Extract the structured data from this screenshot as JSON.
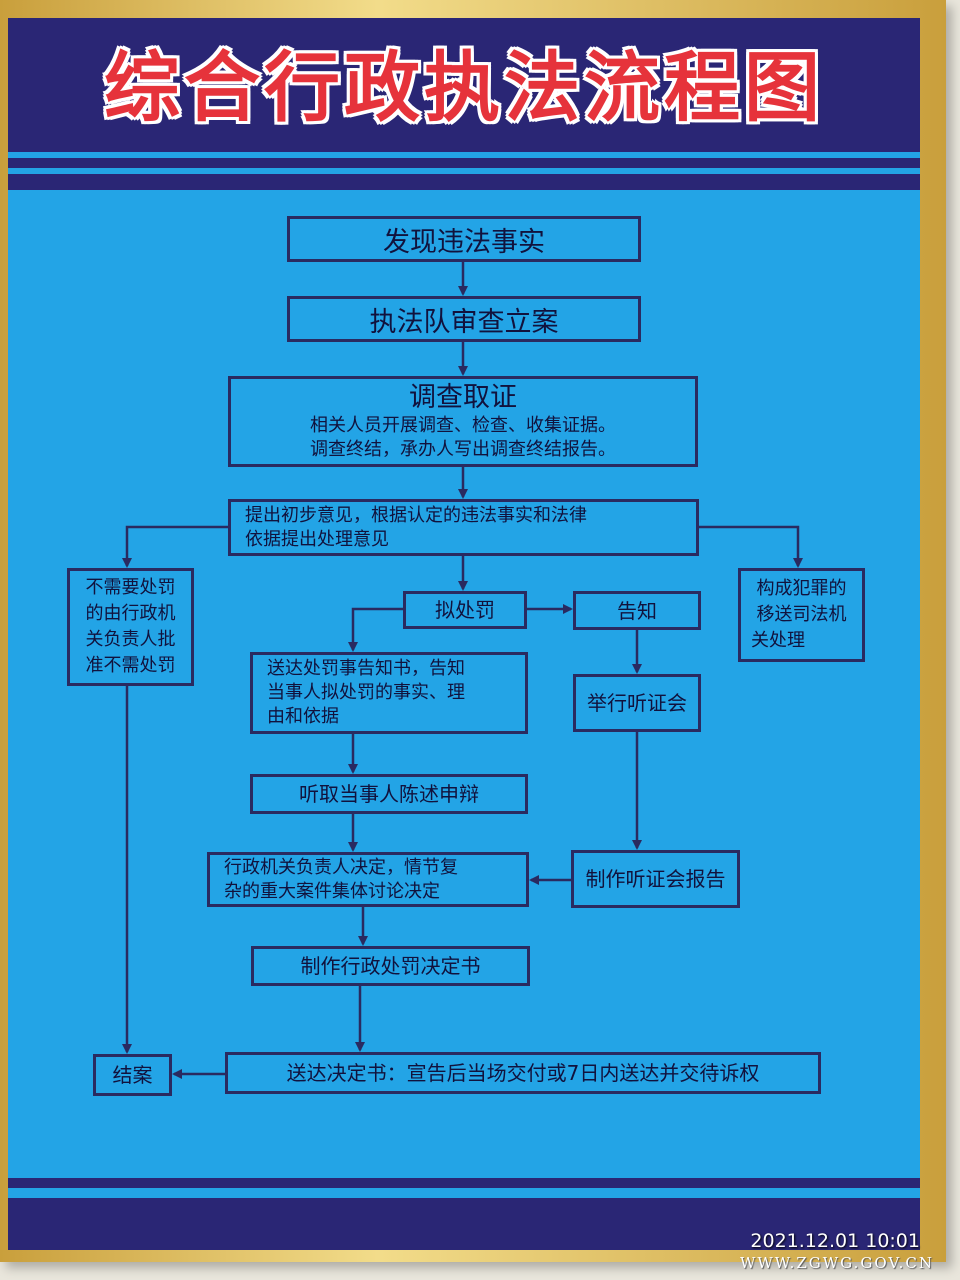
{
  "title": "综合行政执法流程图",
  "nodes": {
    "discover": "发现违法事实",
    "register": "执法队审查立案",
    "investigate_title": "调查取证",
    "investigate_line1": "相关人员开展调查、检查、收集证据。",
    "investigate_line2": "调查终结，承办人写出调查终结报告。",
    "opinion_line1": "提出初步意见，根据认定的违法事实和法律",
    "opinion_line2": "依据提出处理意见",
    "no_penalty_lines": [
      "不需要处罚",
      "的由行政机",
      "关负责人批",
      "准不需处罚"
    ],
    "crime_lines": [
      "构成犯罪的",
      "移送司法机",
      "关处理"
    ],
    "proposed_penalty": "拟处罚",
    "notify": "告知",
    "notice_lines": [
      "送达处罚事告知书，告知",
      "当事人拟处罚的事实、理",
      "由和依据"
    ],
    "hearing": "举行听证会",
    "statement": "听取当事人陈述申辩",
    "decision_lines": [
      "行政机关负责人决定，情节复",
      "杂的重大案件集体讨论决定"
    ],
    "hearing_report": "制作听证会报告",
    "penalty_doc": "制作行政处罚决定书",
    "close": "结案",
    "deliver": "送达决定书：宣告后当场交付或7日内送达并交待诉权"
  },
  "timestamp": "2021.12.01 10:01",
  "watermark": "WWW.ZGWG.GOV.CN",
  "colors": {
    "board": "#23a4e6",
    "header": "#2a2675",
    "title": "#e6333b",
    "frame": "#c99f3c",
    "line": "#2a2a60"
  }
}
